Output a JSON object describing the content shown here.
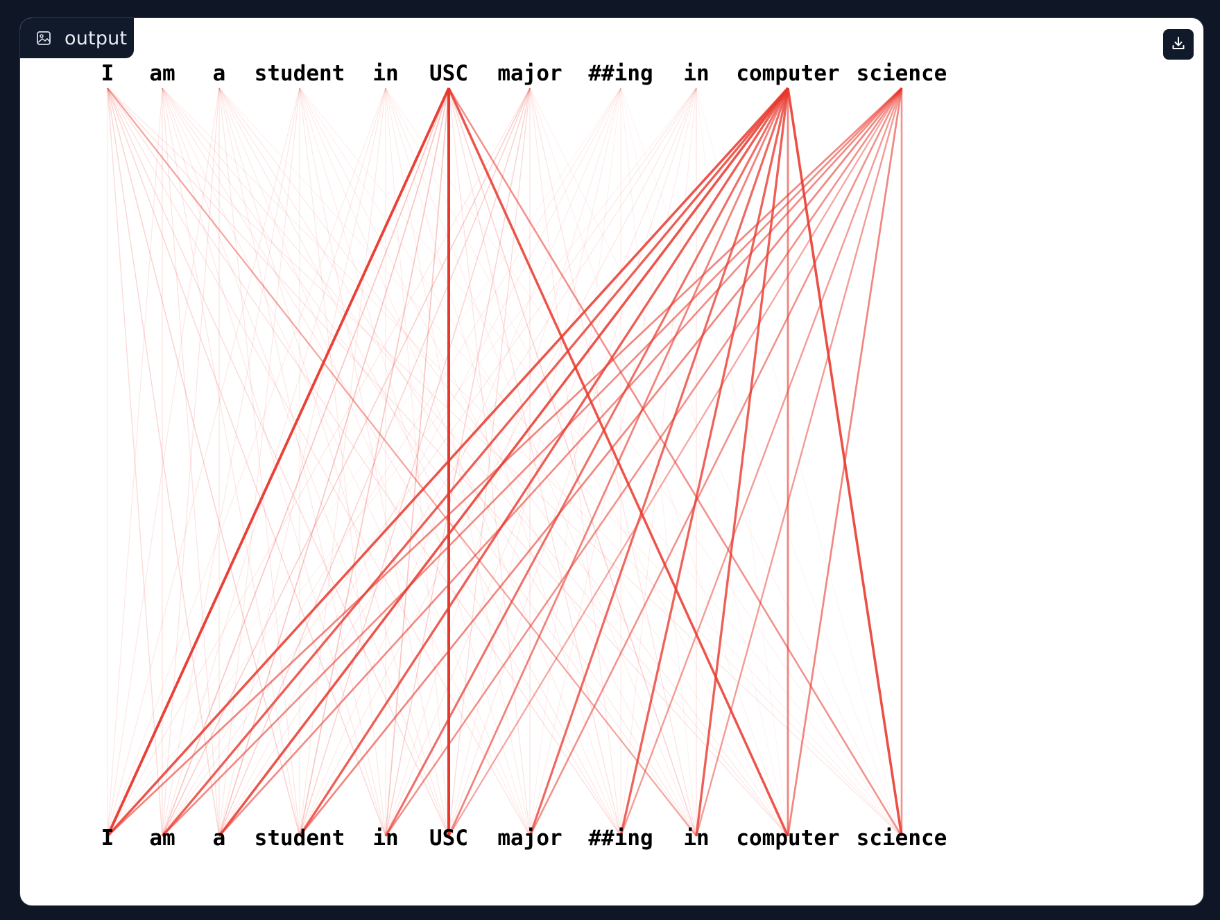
{
  "output_tab": {
    "label": "output",
    "icon": "image-icon"
  },
  "download_button": {
    "icon": "download-icon"
  },
  "line_color": "#e8372c",
  "tokens_top": [
    "I",
    "am",
    "a",
    "student",
    "in",
    "USC",
    "major",
    "##ing",
    "in",
    "computer",
    "science"
  ],
  "tokens_bottom": [
    "I",
    "am",
    "a",
    "student",
    "in",
    "USC",
    "major",
    "##ing",
    "in",
    "computer",
    "science"
  ],
  "attention_weights": [
    [
      0.12,
      0.18,
      0.2,
      0.22,
      0.2,
      0.18,
      0.14,
      0.16,
      0.45,
      0.15,
      0.13
    ],
    [
      0.12,
      0.14,
      0.14,
      0.13,
      0.12,
      0.12,
      0.1,
      0.12,
      0.12,
      0.12,
      0.1
    ],
    [
      0.12,
      0.14,
      0.14,
      0.13,
      0.12,
      0.12,
      0.1,
      0.12,
      0.12,
      0.12,
      0.08
    ],
    [
      0.12,
      0.12,
      0.12,
      0.12,
      0.12,
      0.12,
      0.1,
      0.1,
      0.1,
      0.08,
      0.08
    ],
    [
      0.1,
      0.12,
      0.12,
      0.12,
      0.12,
      0.1,
      0.1,
      0.1,
      0.1,
      0.08,
      0.08
    ],
    [
      0.95,
      0.28,
      0.28,
      0.28,
      0.28,
      1.0,
      0.14,
      0.16,
      0.22,
      0.85,
      0.55
    ],
    [
      0.12,
      0.24,
      0.22,
      0.22,
      0.22,
      0.18,
      0.14,
      0.12,
      0.14,
      0.08,
      0.08
    ],
    [
      0.06,
      0.1,
      0.1,
      0.1,
      0.1,
      0.1,
      0.08,
      0.1,
      0.08,
      0.06,
      0.06
    ],
    [
      0.08,
      0.12,
      0.12,
      0.12,
      0.12,
      0.12,
      0.1,
      0.1,
      0.14,
      0.06,
      0.06
    ],
    [
      0.85,
      0.8,
      0.85,
      0.8,
      0.72,
      0.62,
      0.75,
      0.78,
      0.8,
      0.62,
      0.88
    ],
    [
      0.6,
      0.58,
      0.58,
      0.6,
      0.55,
      0.45,
      0.55,
      0.5,
      0.5,
      0.6,
      0.55
    ]
  ]
}
